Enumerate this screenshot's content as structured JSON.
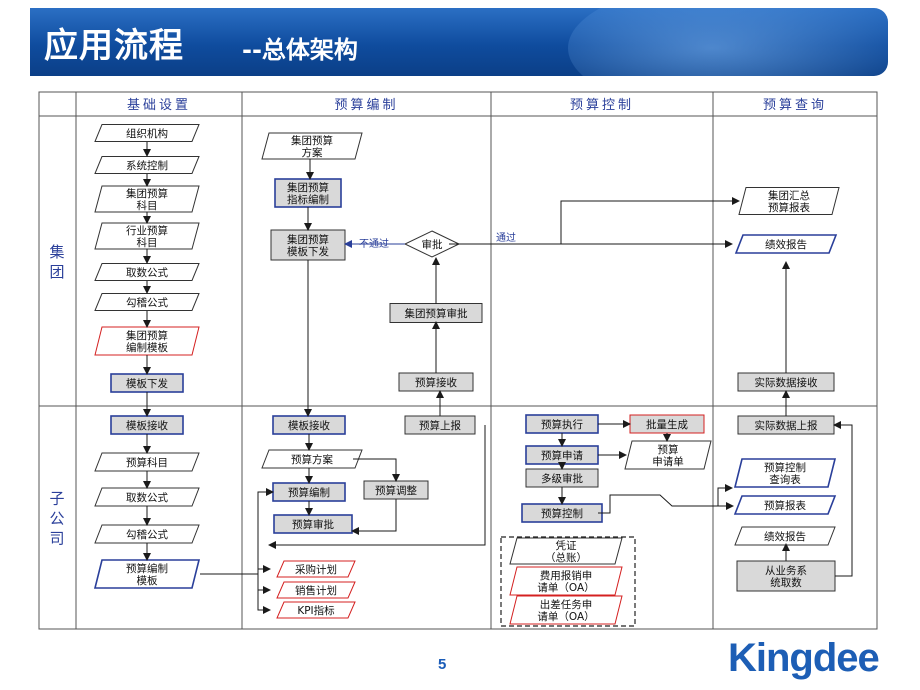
{
  "title": {
    "main": "应用流程",
    "sub": "--总体架构"
  },
  "columns": [
    "基础设置",
    "预算编制",
    "预算控制",
    "预算查询"
  ],
  "rows": [
    [
      "集",
      "团"
    ],
    [
      "子",
      "公",
      "司"
    ]
  ],
  "nodes": {
    "zzjg": "组织机构",
    "xtkz": "系统控制",
    "jtyskm": "集团预算|科目",
    "hyyskm": "行业预算|科目",
    "qsgs1": "取数公式",
    "gjgs1": "勾稽公式",
    "jtysbzmb": "集团预算|编制模板",
    "mbxf": "模板下发",
    "mbjs1": "模板接收",
    "yskm": "预算科目",
    "qsgs2": "取数公式",
    "gjgs2": "勾稽公式",
    "ysbzmb": "预算编制|模板",
    "jtysfa": "集团预算|方案",
    "jtyszbbz": "集团预算|指标编制",
    "jtysmbxf": "集团预算|模板下发",
    "shenpi": "审批",
    "jtyssp": "集团预算审批",
    "ysjs": "预算接收",
    "yssb": "预算上报",
    "mbjs2": "模板接收",
    "ysfa": "预算方案",
    "ysbz": "预算编制",
    "ystz": "预算调整",
    "yssp": "预算审批",
    "cgjh": "采购计划",
    "xsjh": "销售计划",
    "kpi": "KPI指标",
    "yszx": "预算执行",
    "plsc": "批量生成",
    "yssq": "预算申请",
    "yssqd": "预算|申请单",
    "djsp": "多级审批",
    "yskz": "预算控制",
    "pz": "凭证|（总账）",
    "fybx": "费用报销申|请单（OA）",
    "ccrw": "出差任务申|请单（OA）",
    "jthzbb": "集团汇总|预算报表",
    "jxbg1": "绩效报告",
    "sjsjjs": "实际数据接收",
    "sjsjsb": "实际数据上报",
    "yskzcxb": "预算控制|查询表",
    "ysbb": "预算报表",
    "jxbg2": "绩效报告",
    "cywxt": "从业务系|统取数"
  },
  "edge_labels": {
    "butongguo": "不通过",
    "tongguo": "通过"
  },
  "page_number": "5",
  "logo_text": "Kingdee",
  "colors": {
    "banner": "#0f4c9e",
    "fill": "#d9d9d9",
    "stroke": "#333333",
    "blue": "#2a3f9a",
    "red": "#d42020",
    "arrow": "#1a1a1a"
  }
}
